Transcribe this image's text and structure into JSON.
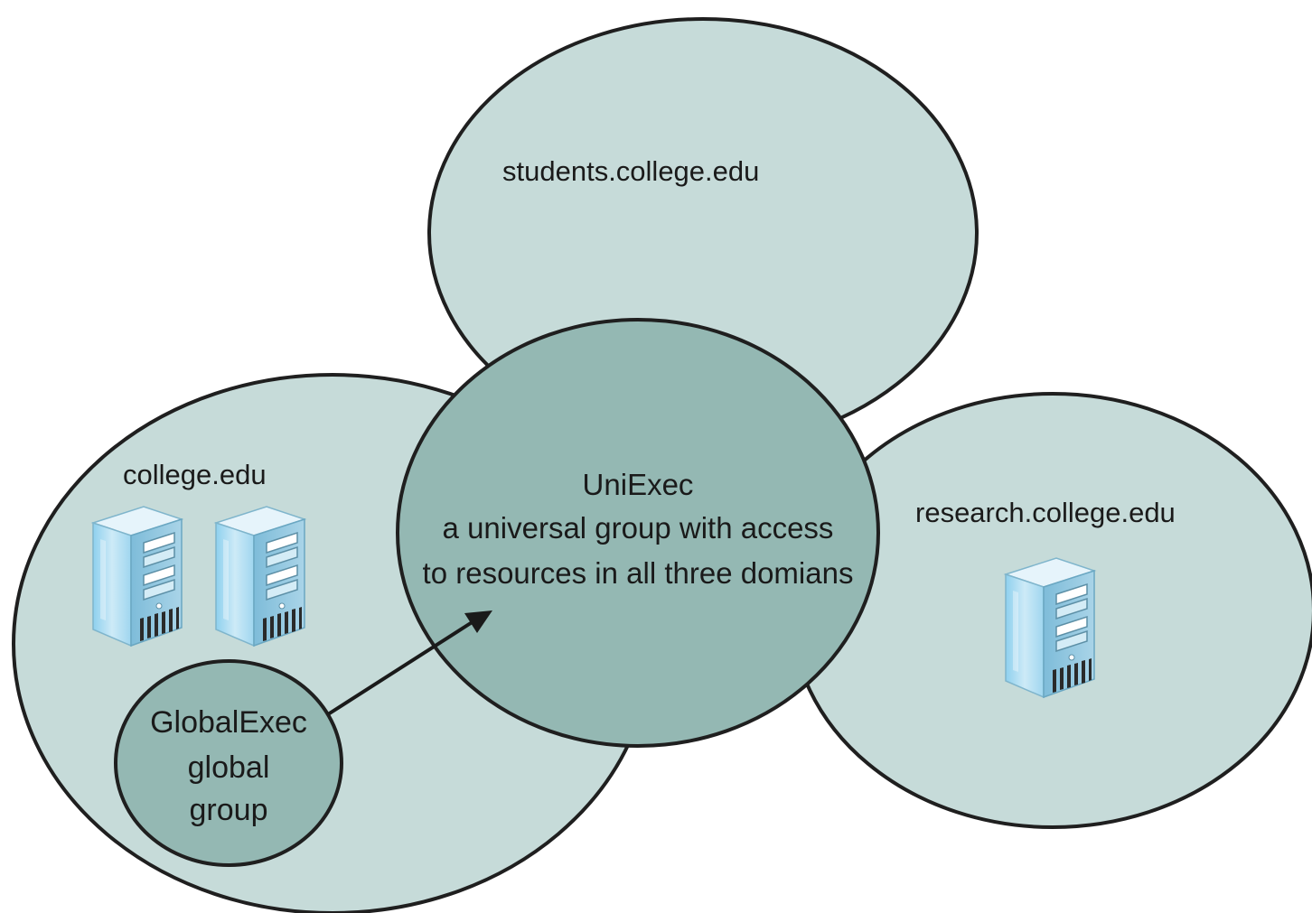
{
  "domains": {
    "students": {
      "label": "students.college.edu"
    },
    "college": {
      "label": "college.edu"
    },
    "research": {
      "label": "research.college.edu"
    }
  },
  "universal_group": {
    "name": "UniExec",
    "description_line1": "a universal group with access",
    "description_line2": "to resources in all three domians"
  },
  "global_group": {
    "line1": "GlobalExec",
    "line2": "global",
    "line3": "group"
  },
  "icons": {
    "server": "server-tower-icon",
    "arrow": "arrow-right-up-icon"
  },
  "colors": {
    "domain_fill": "#c6dbd9",
    "group_fill": "#94b8b3",
    "outline": "#1f1f1f"
  }
}
